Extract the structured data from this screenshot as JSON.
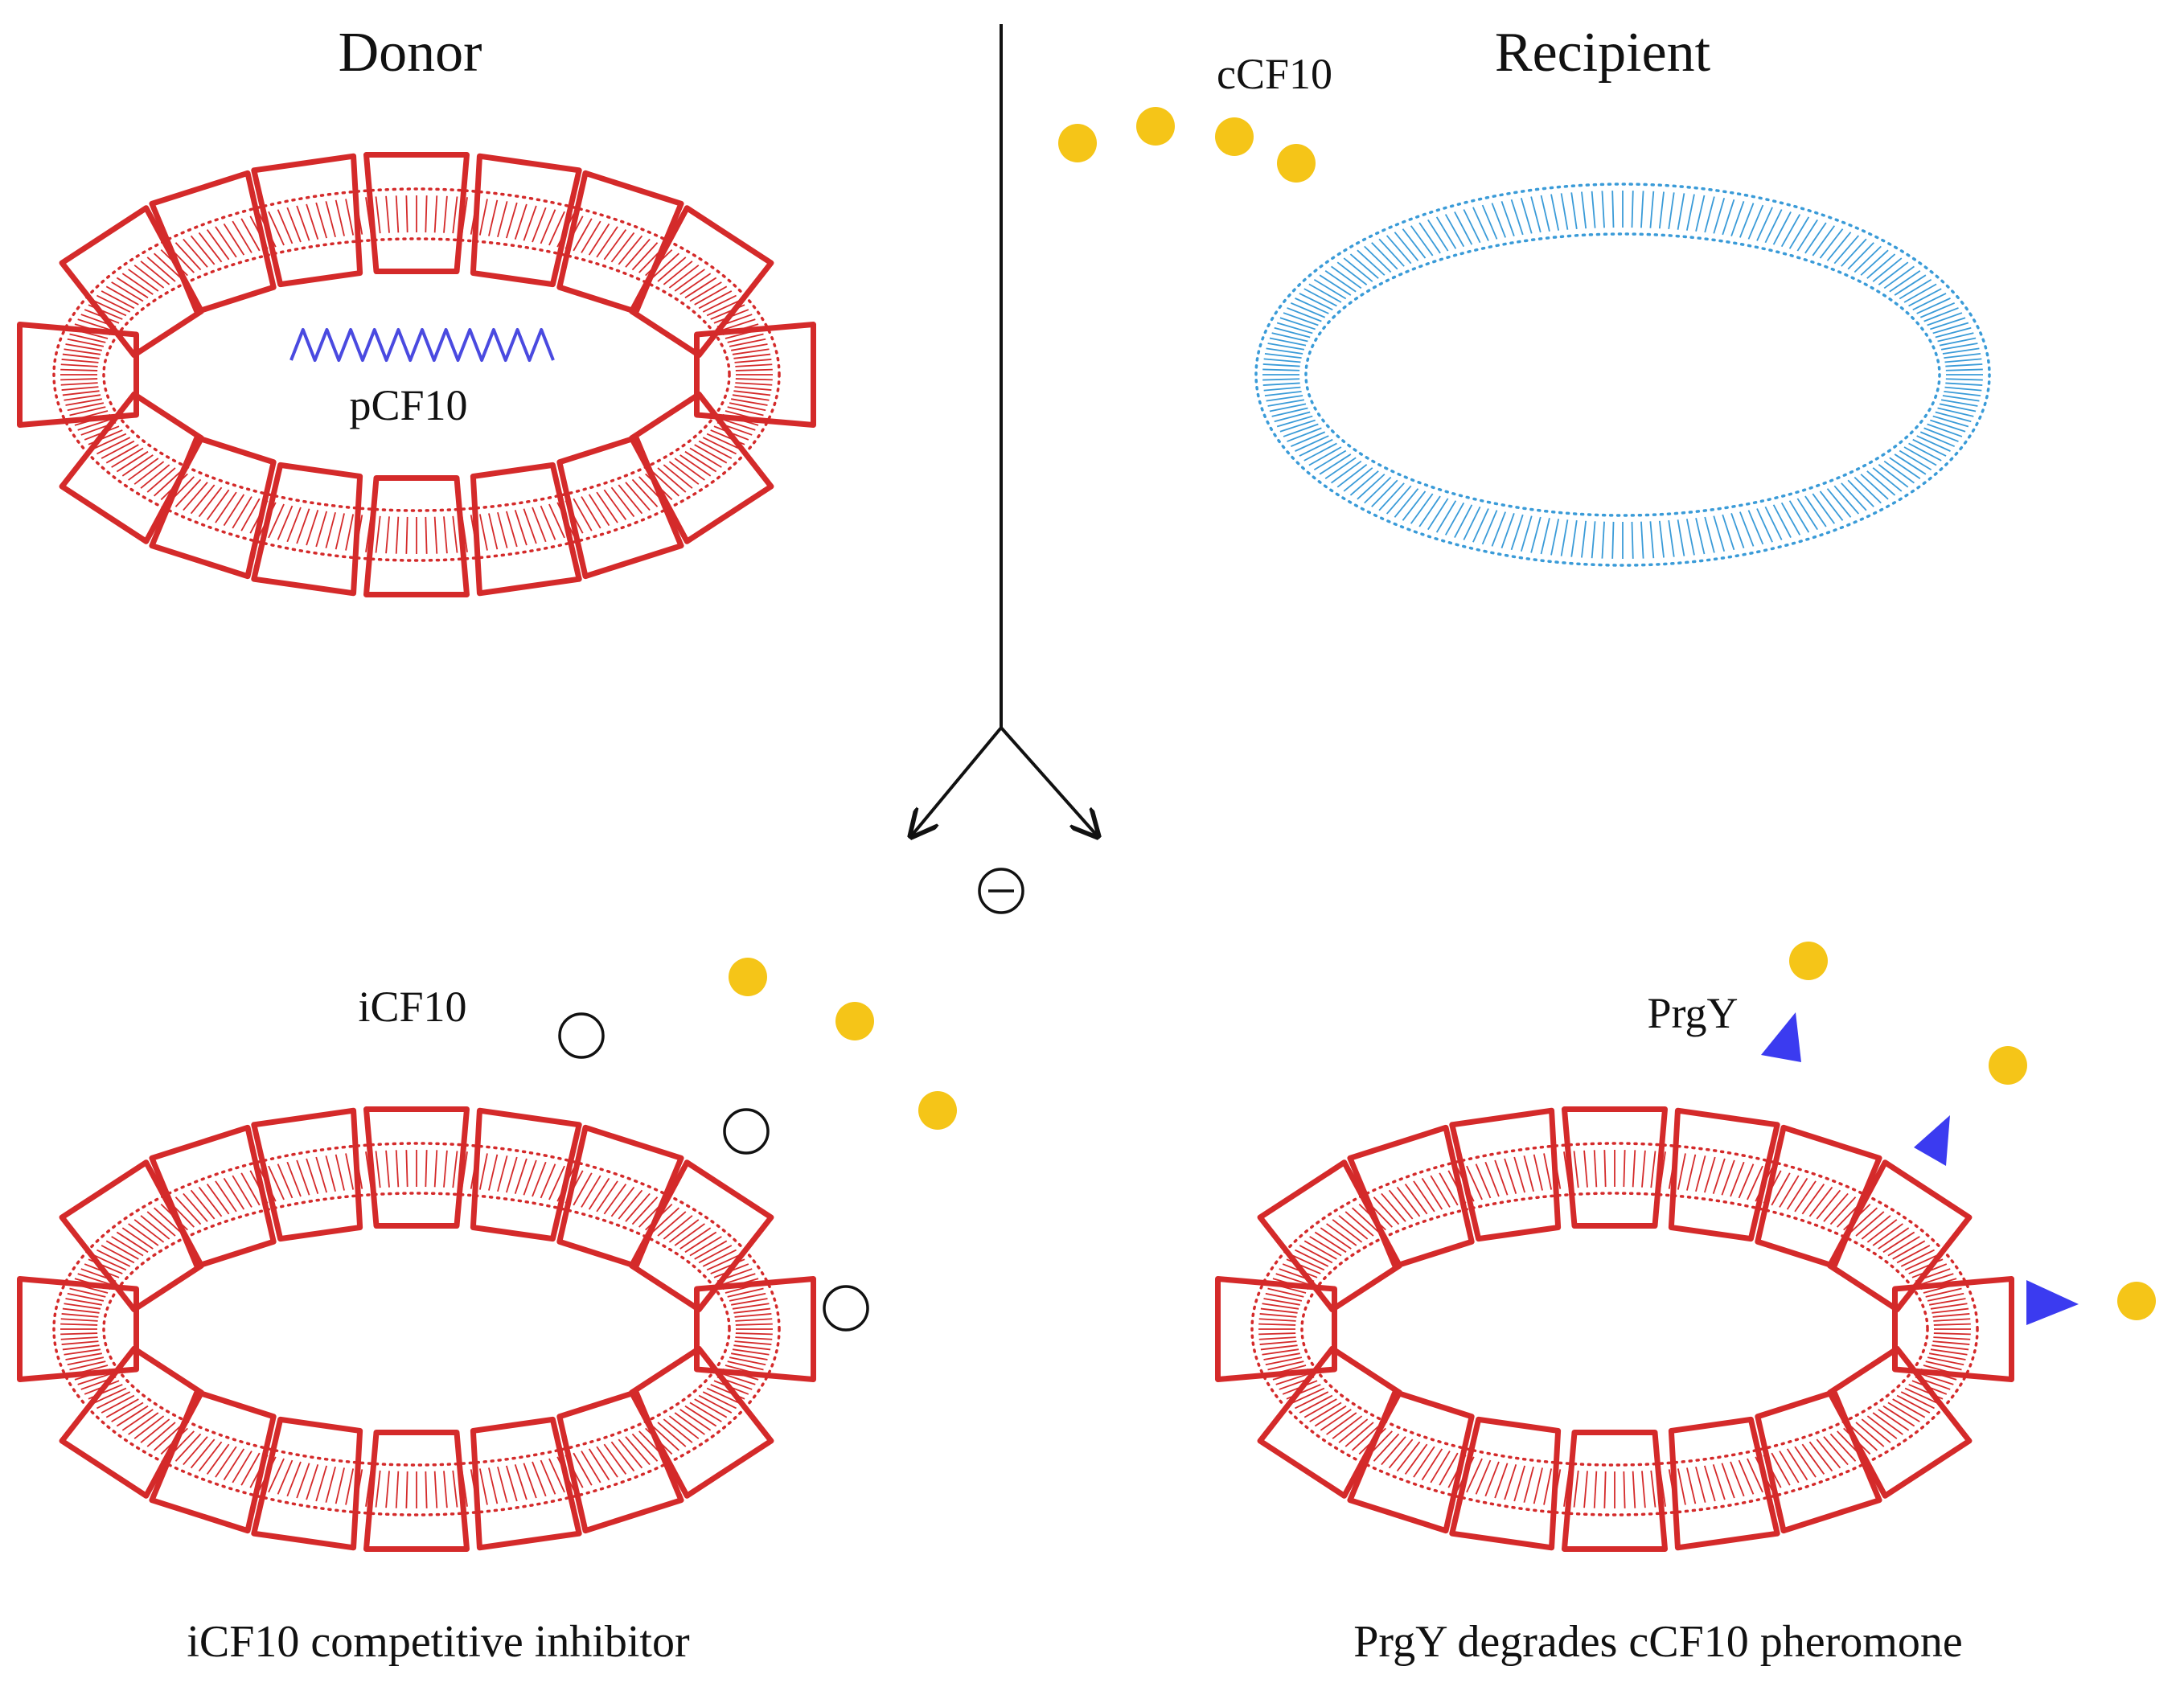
{
  "labels": {
    "donor": "Donor",
    "recipient": "Recipient",
    "plasmid": "pCF10",
    "pheromone": "cCF10",
    "inhibitor": "iCF10",
    "protease": "PrgY",
    "minus": "⊖",
    "caption_left": "iCF10 competitive inhibitor",
    "caption_right": "PrgY degrades cCF10 pheromone"
  },
  "colors": {
    "donor_membrane": "#d42a2a",
    "recipient_membrane": "#3a9bd8",
    "pheromone": "#f5c518",
    "prgy": "#3b3bf0",
    "plasmid": "#4a4ae0",
    "inhibitor": "#111111",
    "ink": "#111111"
  },
  "icons": {
    "donor_cell": "red-membrane-cell-icon",
    "recipient_cell": "blue-membrane-cell-icon",
    "pheromone": "yellow-dot-icon",
    "inhibitor": "hollow-circle-icon",
    "prgy": "blue-triangle-icon",
    "plasmid": "zigzag-dna-icon",
    "minus": "circled-minus-icon"
  }
}
